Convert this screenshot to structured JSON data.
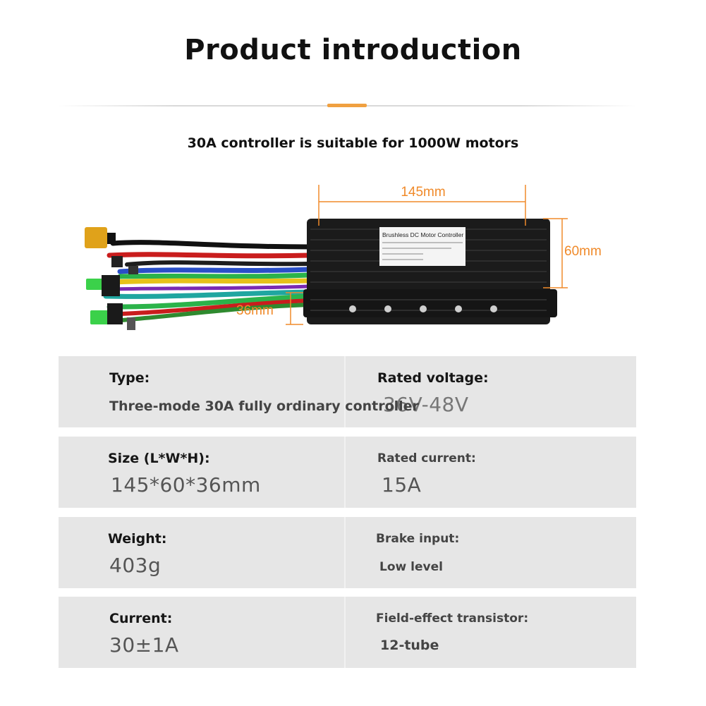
{
  "header": {
    "title": "Product introduction",
    "subtitle": "30A controller is suitable for 1000W motors"
  },
  "product_image": {
    "label_lines": [
      "Brushless DC Motor Controller"
    ],
    "dimensions": {
      "length": "145mm",
      "width": "60mm",
      "height": "36mm"
    }
  },
  "specs": {
    "type_label": "Type:",
    "type_value": "Three-mode 30A fully ordinary controller",
    "rated_voltage_label": "Rated voltage:",
    "rated_voltage_value": "36V-48V",
    "size_label": "Size (L*W*H):",
    "size_value": "145*60*36mm",
    "rated_current_label": "Rated current:",
    "rated_current_value": "15A",
    "weight_label": "Weight:",
    "weight_value": "403g",
    "brake_label": "Brake input:",
    "brake_value": "Low level",
    "current_label": "Current:",
    "current_value": "30±1A",
    "fet_label": "Field-effect transistor:",
    "fet_value": "12-tube"
  },
  "colors": {
    "accent": "#f0a040",
    "row_bg": "#e6e6e6",
    "dimension_line": "#f08a2a"
  }
}
